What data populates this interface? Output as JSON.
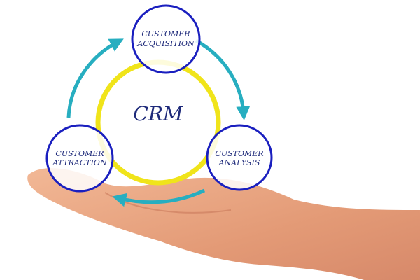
{
  "center": "CRM",
  "stages": [
    {
      "line1": "CUSTOMER",
      "line2": "ACQUISITION"
    },
    {
      "line1": "CUSTOMER",
      "line2": "ANALYSIS"
    },
    {
      "line1": "CUSTOMER",
      "line2": "ATTRACTION"
    }
  ],
  "colors": {
    "circle": "#1a1fbf",
    "ring": "#f0e41a",
    "arrow": "#27aec0",
    "skin": "#e8a37f"
  }
}
